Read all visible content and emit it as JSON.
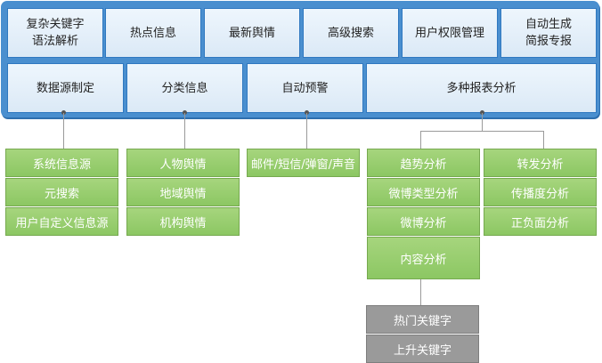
{
  "top_row": [
    {
      "label": "复杂关键字\n语法解析"
    },
    {
      "label": "热点信息"
    },
    {
      "label": "最新舆情"
    },
    {
      "label": "高级搜索"
    },
    {
      "label": "用户权限管理"
    },
    {
      "label": "自动生成\n简报专报"
    }
  ],
  "second_row": [
    {
      "label": "数据源制定"
    },
    {
      "label": "分类信息"
    },
    {
      "label": "自动预警"
    },
    {
      "label": "多种报表分析"
    }
  ],
  "branches": {
    "data_source": [
      "系统信息源",
      "元搜索",
      "用户自定义信息源"
    ],
    "classification": [
      "人物舆情",
      "地域舆情",
      "机构舆情"
    ],
    "alert": [
      "邮件/短信/弹窗/声音"
    ],
    "report_left": [
      "趋势分析",
      "微博类型分析",
      "微博分析",
      "内容分析"
    ],
    "report_right": [
      "转发分析",
      "传播度分析",
      "正负面分析"
    ],
    "keywords": [
      "热门关键字",
      "上升关键字"
    ]
  },
  "colors": {
    "panel": "#4a8fcf",
    "green": "#8cc763",
    "gray": "#9a9a9a"
  }
}
